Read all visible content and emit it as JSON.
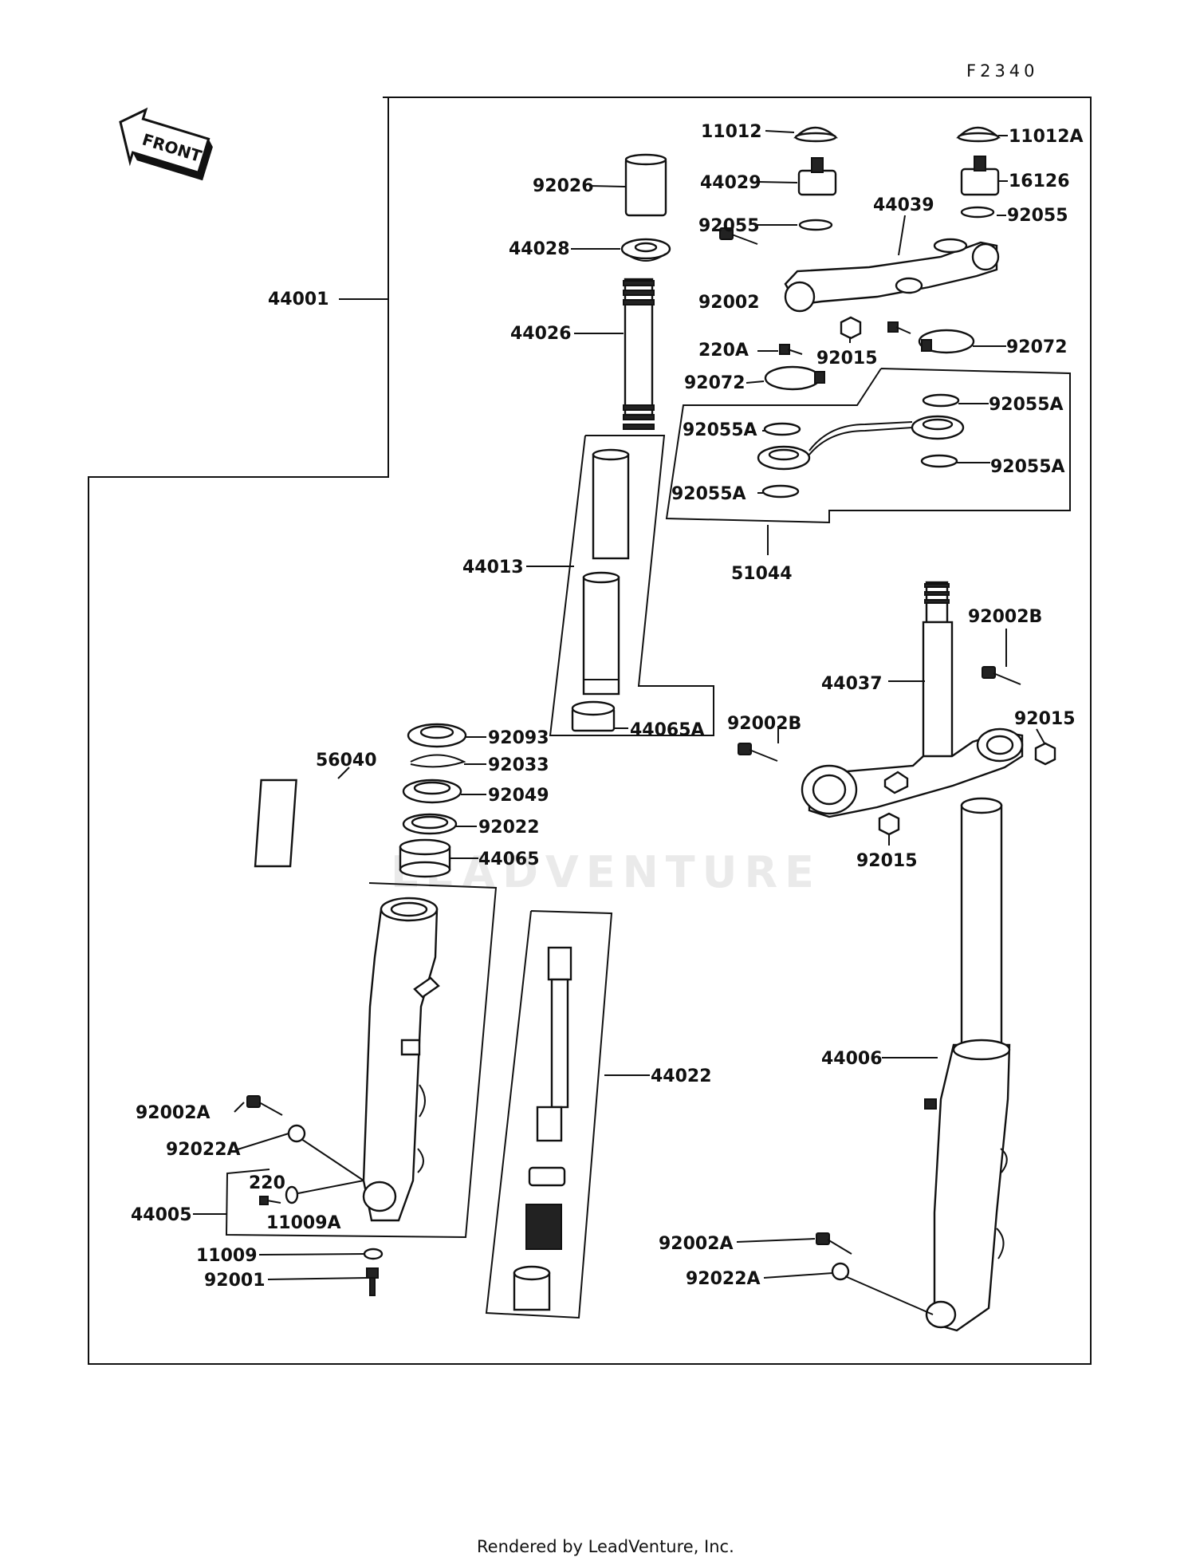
{
  "figure_code": "F2340",
  "footer": "Rendered by LeadVenture, Inc.",
  "front_arrow_text": "FRONT",
  "watermark": "LEADVENTURE",
  "labels": {
    "p11012": "11012",
    "p11012A": "11012A",
    "p92026": "92026",
    "p44029": "44029",
    "p16126": "16126",
    "p44039": "44039",
    "p92055_l": "92055",
    "p92055_r": "92055",
    "p44028": "44028",
    "p92002": "92002",
    "p44001": "44001",
    "p44026": "44026",
    "p220A": "220A",
    "p92015_top": "92015",
    "p92072_r": "92072",
    "p92072_l": "92072",
    "p92055A_1": "92055A",
    "p92055A_2": "92055A",
    "p92055A_3": "92055A",
    "p92055A_4": "92055A",
    "p51044": "51044",
    "p44013": "44013",
    "p92002B_r": "92002B",
    "p44037": "44037",
    "p92002B_l": "92002B",
    "p92015_r": "92015",
    "p44065A": "44065A",
    "p92093": "92093",
    "p92033": "92033",
    "p56040": "56040",
    "p92049": "92049",
    "p92022": "92022",
    "p44065": "44065",
    "p92015_b": "92015",
    "p44022": "44022",
    "p44006": "44006",
    "p92002A_l": "92002A",
    "p92022A_l": "92022A",
    "p220": "220",
    "p44005": "44005",
    "p11009A": "11009A",
    "p11009": "11009",
    "p92001": "92001",
    "p92002A_r": "92002A",
    "p92022A_r": "92022A"
  }
}
